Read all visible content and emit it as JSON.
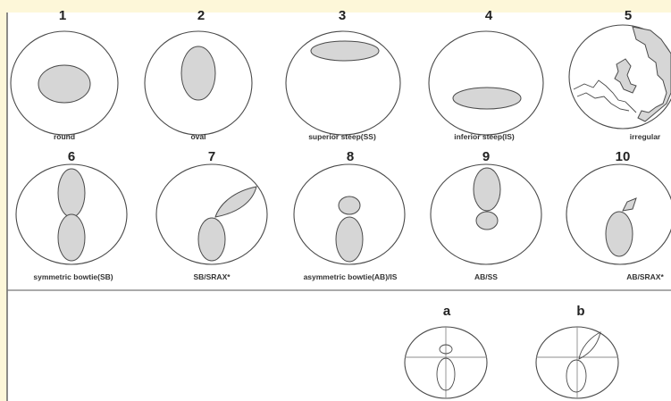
{
  "colors": {
    "background": "#fdf7d9",
    "panel": "#ffffff",
    "fill": "#d6d6d6",
    "stroke": "#4a4a4a"
  },
  "patterns": [
    {
      "number": "1",
      "label": "round"
    },
    {
      "number": "2",
      "label": "oval"
    },
    {
      "number": "3",
      "label": "superior steep(SS)"
    },
    {
      "number": "4",
      "label": "inferior steep(IS)"
    },
    {
      "number": "5",
      "label": "irregular"
    },
    {
      "number": "6",
      "label": "symmetric bowtie(SB)"
    },
    {
      "number": "7",
      "label": "SB/SRAX*"
    },
    {
      "number": "8",
      "label": "asymmetric bowtie(AB)/IS"
    },
    {
      "number": "9",
      "label": "AB/SS"
    },
    {
      "number": "10",
      "label": "AB/SRAX*"
    }
  ],
  "insets": [
    {
      "label": "a"
    },
    {
      "label": "b"
    }
  ]
}
